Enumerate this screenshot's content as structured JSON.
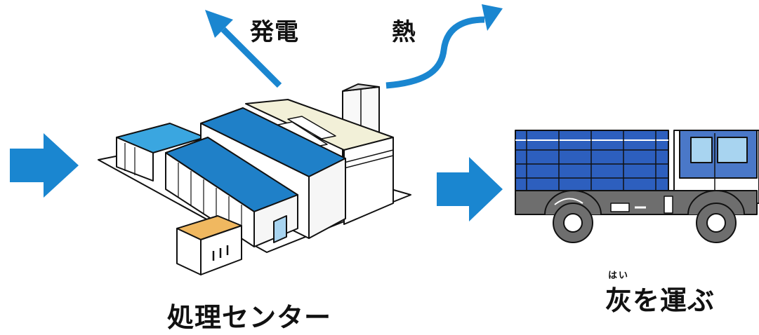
{
  "labels": {
    "power": "発電",
    "heat": "熱",
    "center": "処理センター",
    "ash_ruby": "はい",
    "ash": "灰を運ぶ"
  },
  "colors": {
    "arrow_blue": "#1a86d0",
    "roof_blue": "#1f80c8",
    "roof_light_blue": "#3aa6e0",
    "roof_cream": "#f2f0d8",
    "small_roof_orange": "#f0b860",
    "truck_cargo_blue": "#2d5fbe",
    "truck_cab_blue": "#4a78c8",
    "truck_gray": "#6e6e6e",
    "window_blue": "#a8d4f0",
    "outline": "#111111"
  },
  "icons": [
    "incoming-arrow-icon",
    "power-arrow-icon",
    "heat-arrow-icon",
    "outgoing-arrow-icon",
    "processing-plant-icon",
    "truck-icon"
  ]
}
